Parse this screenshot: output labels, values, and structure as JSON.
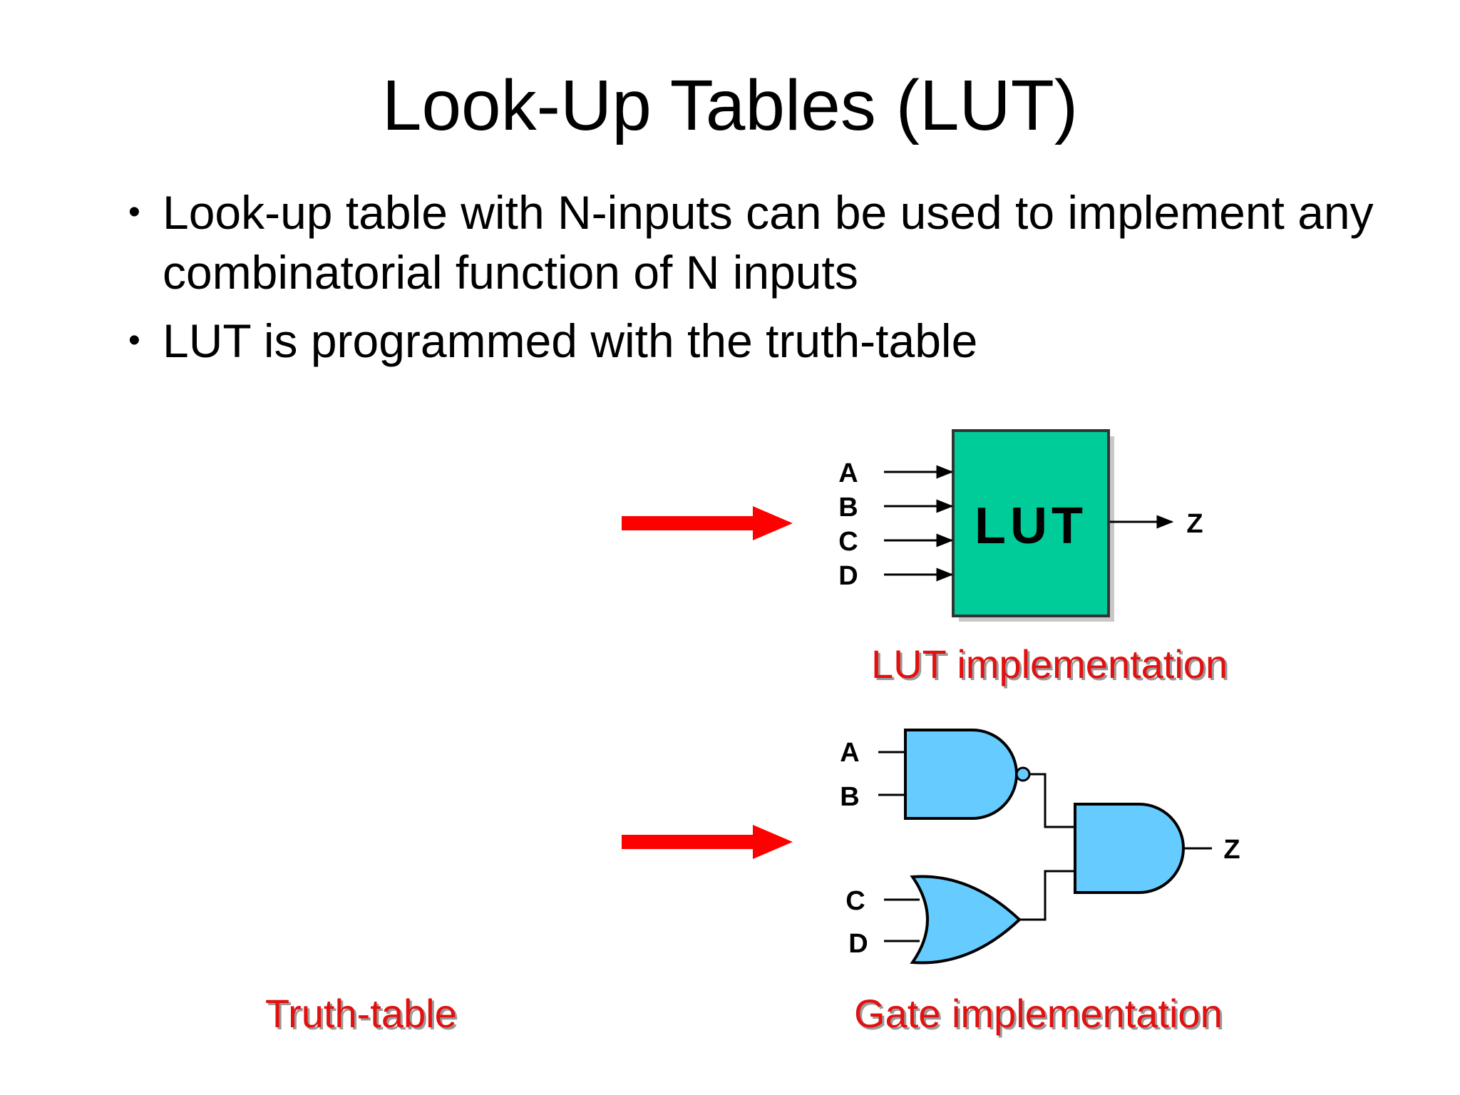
{
  "slide": {
    "title": "Look-Up Tables (LUT)",
    "bullets": [
      {
        "marker": "•",
        "text": "Look-up table with N-inputs can be used to implement any combinatorial function of N inputs"
      },
      {
        "marker": "•",
        "text": "LUT is programmed with the truth-table"
      }
    ]
  },
  "lut_diagram": {
    "block_label": "LUT",
    "inputs": [
      "A",
      "B",
      "C",
      "D"
    ],
    "output": "Z",
    "caption": "LUT implementation",
    "block_color": "#00cc99"
  },
  "gate_diagram": {
    "nand_inputs": [
      "A",
      "B"
    ],
    "or_inputs": [
      "C",
      "D"
    ],
    "output": "Z",
    "caption": "Gate implementation",
    "gate_color": "#66ccff"
  },
  "truth_table": {
    "caption": "Truth-table"
  },
  "colors": {
    "caption_text": "#e31010",
    "arrow": "#ff0000"
  }
}
